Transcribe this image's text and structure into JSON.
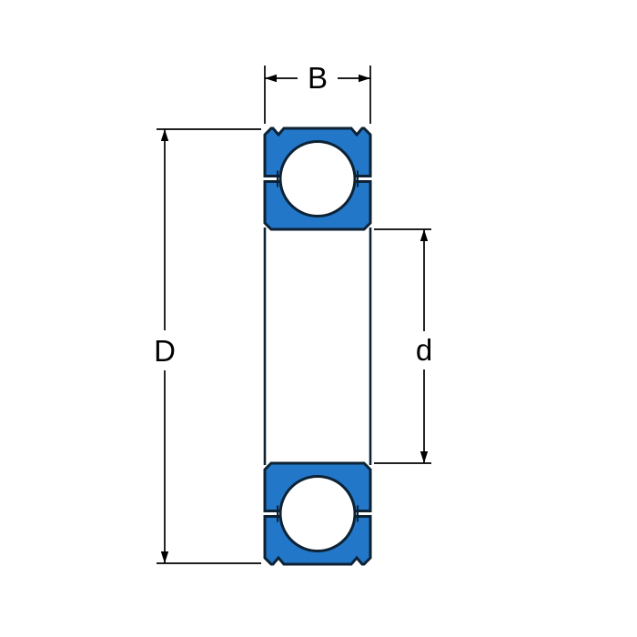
{
  "diagram": {
    "type": "technical-drawing",
    "subject": "deep-groove-ball-bearing-cross-section",
    "dimensions": {
      "width_label": "B",
      "outer_diameter_label": "D",
      "bore_diameter_label": "d"
    },
    "colors": {
      "ring_fill": "#2277C8",
      "outline": "#0D2235",
      "ball_fill": "#FFFFFF",
      "dimension_line": "#000000",
      "label_text": "#000000",
      "background": "#FFFFFF"
    }
  }
}
